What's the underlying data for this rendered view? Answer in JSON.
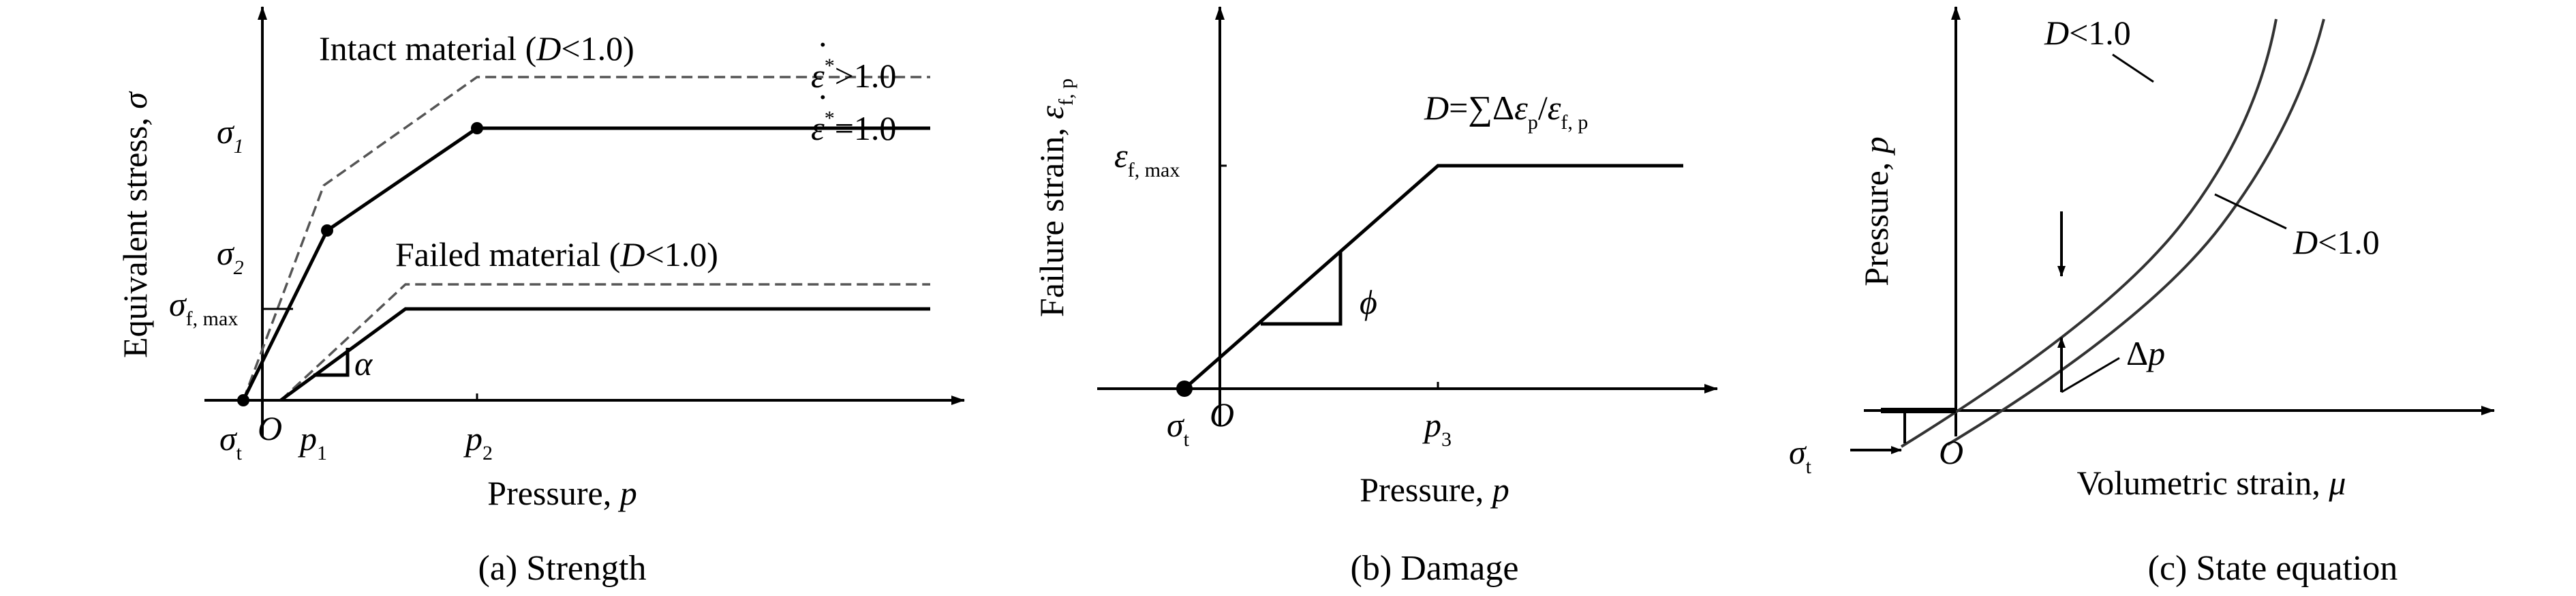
{
  "panel_a": {
    "title": "Strength",
    "caption_tag": "(a)",
    "x_axis": {
      "label": "Pressure, ",
      "symbol": "p"
    },
    "y_axis": {
      "label": "Equivalent stress, ",
      "symbol": "σ"
    },
    "ticks": {
      "sigma1": {
        "base": "σ",
        "sub": "1"
      },
      "sigma2": {
        "base": "σ",
        "sub": "2"
      },
      "sigma_f_max": {
        "base": "σ",
        "sub": "f, max"
      },
      "sigma_t": {
        "base": "σ",
        "sub": "t"
      },
      "origin": "O",
      "p1": {
        "base": "p",
        "sub": "1"
      },
      "p2": {
        "base": "p",
        "sub": "2"
      }
    },
    "intact_label": {
      "pre": "Intact material (",
      "D": "D",
      "post": "<1.0)"
    },
    "failed_label": {
      "pre": "Failed material (",
      "D": "D",
      "post": "<1.0)"
    },
    "rate_gt": {
      "eps": "ε",
      "sup": "*",
      "rel": ">1.0"
    },
    "rate_eq": {
      "eps": "ε",
      "sup": "*",
      "rel": "=1.0"
    },
    "slope_symbol": "α"
  },
  "panel_b": {
    "title": "Damage",
    "caption_tag": "(b)",
    "x_axis": {
      "label": "Pressure, ",
      "symbol": "p"
    },
    "y_axis": {
      "label": "Failure strain, ",
      "symbol": "ε",
      "sub": "f, p"
    },
    "ticks": {
      "eps_f_max": {
        "base": "ε",
        "sub": "f, max"
      },
      "sigma_t": {
        "base": "σ",
        "sub": "t"
      },
      "origin": "O",
      "p3": {
        "base": "p",
        "sub": "3"
      }
    },
    "formula": {
      "D": "D",
      "eq": "=∑Δ",
      "eps1": "ε",
      "sub1": "p",
      "slash": "/",
      "eps2": "ε",
      "sub2": "f, p"
    },
    "slope_symbol": "ϕ"
  },
  "panel_c": {
    "title": "State equation",
    "caption_tag": "(c)",
    "x_axis": {
      "label": "Volumetric strain, ",
      "symbol": "μ"
    },
    "y_axis": {
      "label": "Pressure, ",
      "symbol": "p"
    },
    "curve_label_1": {
      "D": "D",
      "rel": "<1.0"
    },
    "curve_label_2": {
      "D": "D",
      "rel": "<1.0"
    },
    "delta_p": {
      "pre": "Δ",
      "symbol": "p"
    },
    "ticks": {
      "sigma_t": {
        "base": "σ",
        "sub": "t"
      },
      "origin": "O"
    }
  }
}
